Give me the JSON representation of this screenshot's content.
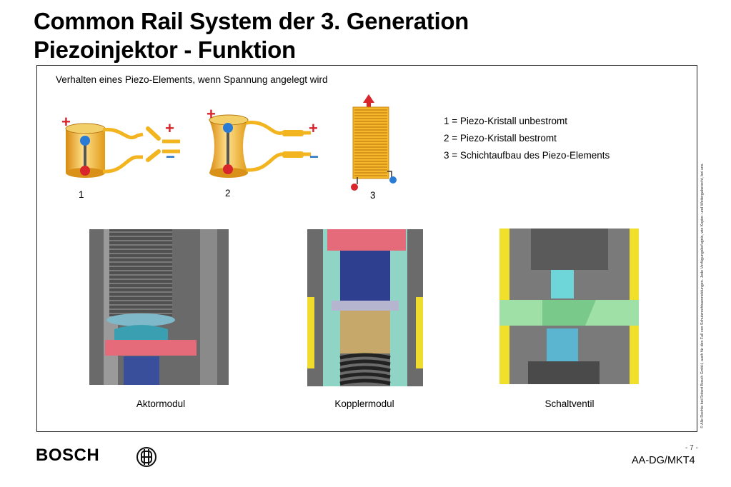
{
  "title": {
    "line1": "Common Rail System der 3. Generation",
    "line2": "Piezoinjektor - Funktion"
  },
  "subtitle": "Verhalten eines Piezo-Elements, wenn Spannung angelegt wird",
  "diagram": {
    "labels": [
      "1",
      "2",
      "3"
    ],
    "plus": "+",
    "minus": "−"
  },
  "legend": [
    "1 = Piezo-Kristall unbestromt",
    "2 = Piezo-Kristall bestromt",
    "3 = Schichtaufbau des Piezo-Elements"
  ],
  "captions": [
    "Aktormodul",
    "Kopplermodul",
    "Schaltventil"
  ],
  "copyright": "© Alle Rechte bei Robert Bosch GmbH, auch für den Fall von Schutzrechtsanmeldungen. Jede Verfügungsbefugnis, wie Kopier- und Weitergaberecht, bei uns.",
  "footer": {
    "brand": "BOSCH",
    "page": "- 7 -",
    "code": "AA-DG/MKT4"
  },
  "colors": {
    "piezo_yellow": "#f5b82a",
    "plus_red": "#d9232a",
    "minus_blue": "#1f6fc2",
    "valve_green": "#8fd59a"
  }
}
